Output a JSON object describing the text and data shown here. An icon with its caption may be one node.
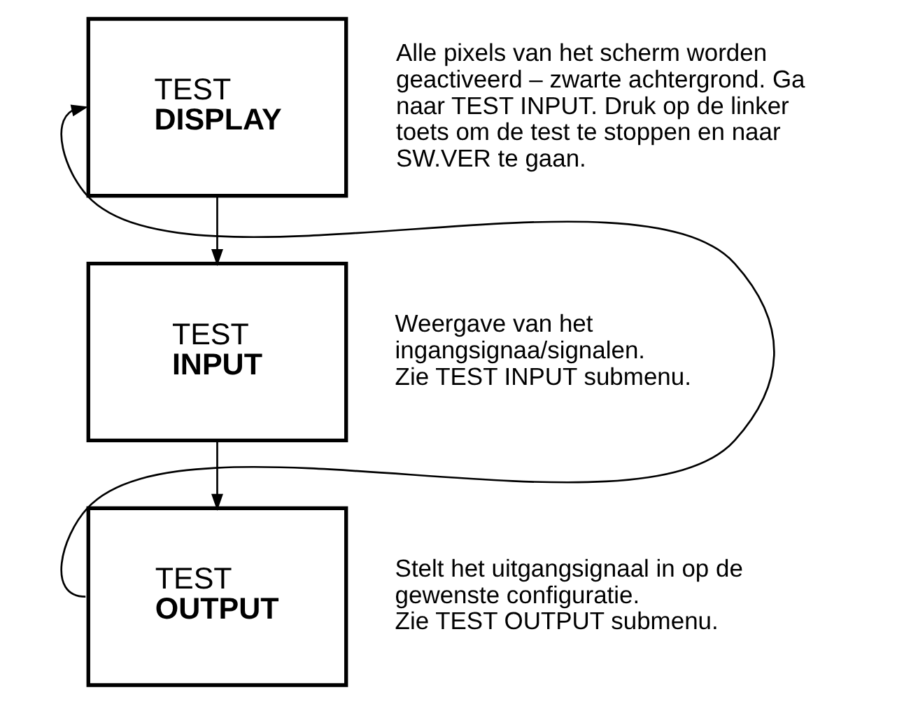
{
  "diagram": {
    "nodes": [
      {
        "text": [
          "TEST",
          "DISPLAY"
        ],
        "beside": [
          "Alle pixels van het scherm worden geactiveerd – zwarte achtergrond. Ga naar TEST INPUT. Druk op de linker toets om de test te stoppen en naar SW.VER te gaan."
        ]
      },
      {
        "text": [
          "TEST",
          "INPUT"
        ],
        "beside": [
          "Weergave van het ingangsignaa/signalen.",
          "Zie TEST INPUT submenu."
        ]
      },
      {
        "text": [
          "TEST",
          "OUTPUT"
        ],
        "beside": [
          "Stelt het uitgangsignaal in op de gewenste configuratie.",
          "Zie TEST OUTPUT submenu."
        ]
      }
    ],
    "edges": [
      {
        "from": 0,
        "to": 1,
        "arrow": "to"
      },
      {
        "from": 1,
        "to": 2,
        "arrow": "to"
      },
      {
        "from": 2,
        "to": 0,
        "arrow": "to"
      }
    ]
  }
}
